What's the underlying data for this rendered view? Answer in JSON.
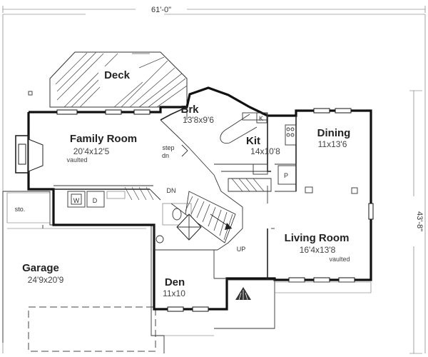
{
  "dimensions": {
    "overall_width": "61'-0\"",
    "overall_depth": "43'-8\""
  },
  "rooms": {
    "deck": {
      "name": "Deck"
    },
    "breakfast": {
      "name": "Brk",
      "size": "13'8x9'6"
    },
    "family_room": {
      "name": "Family Room",
      "size": "20'4x12'5",
      "note": "vaulted"
    },
    "kitchen": {
      "name": "Kit",
      "size": "14x10'8"
    },
    "dining": {
      "name": "Dining",
      "size": "11x13'6"
    },
    "living_room": {
      "name": "Living Room",
      "size": "16'4x13'8",
      "note": "vaulted"
    },
    "garage": {
      "name": "Garage",
      "size": "24'9x20'9"
    },
    "den": {
      "name": "Den",
      "size": "11x10"
    },
    "storage": {
      "name": "sto."
    }
  },
  "labels": {
    "step_down_1": "step",
    "step_down_2": "dn",
    "stair_down": "DN",
    "stair_up": "UP",
    "washer": "W",
    "dryer": "D",
    "pantry": "P",
    "kitchen_k": "K"
  }
}
